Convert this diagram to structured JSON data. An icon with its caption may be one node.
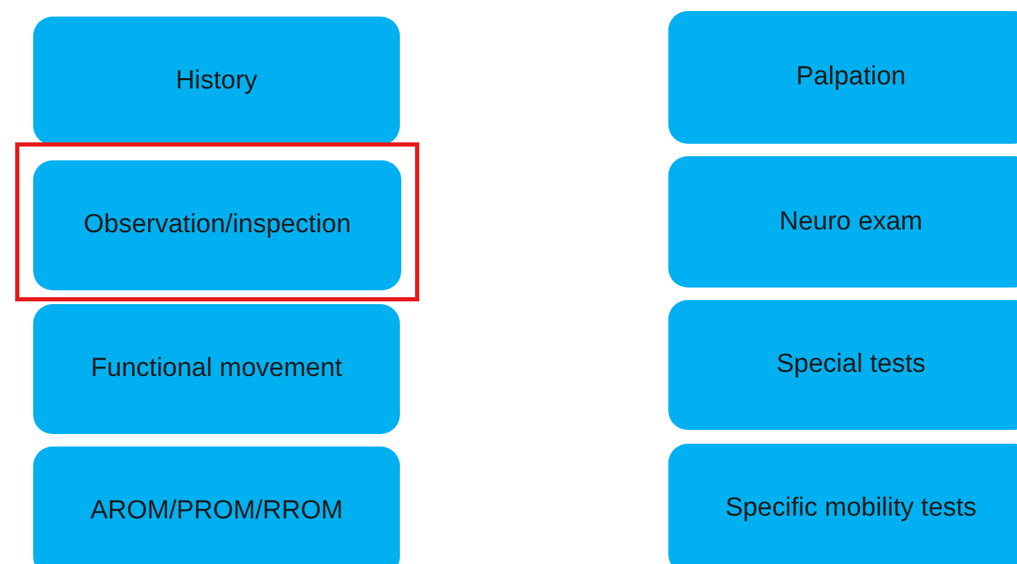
{
  "diagram": {
    "nodes": [
      {
        "text": [
          "History"
        ]
      },
      {
        "text": [],
        "shape": "box"
      },
      {
        "text": [
          "Observation/inspection"
        ],
        "in": 1
      },
      {
        "text": [
          "Functional movement"
        ]
      },
      {
        "text": [
          "AROM/PROM/RROM"
        ]
      },
      {
        "text": [
          "Palpation"
        ]
      },
      {
        "text": [
          "Neuro exam"
        ]
      },
      {
        "text": [
          "Special tests"
        ]
      },
      {
        "text": [
          "Specific mobility tests"
        ]
      }
    ]
  }
}
